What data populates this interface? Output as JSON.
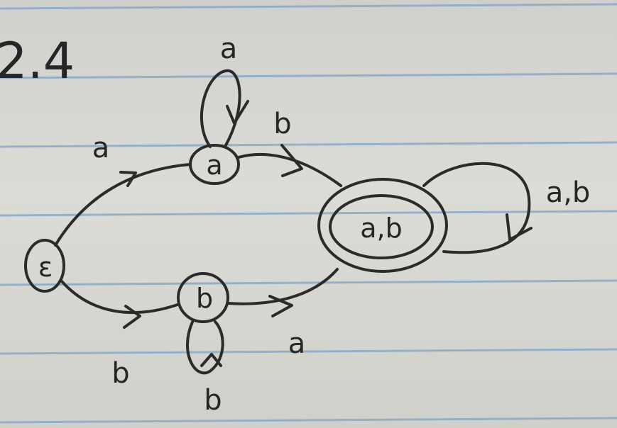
{
  "heading": "2.4",
  "states": {
    "start": "ε",
    "a": "a",
    "b": "b",
    "accept": "a,b"
  },
  "transitions": {
    "start_to_a": "a",
    "start_to_b": "b",
    "a_loop": "a",
    "a_to_accept": "b",
    "b_loop": "b",
    "b_to_accept": "a",
    "accept_loop": "a,b"
  },
  "colors": {
    "ink": "#2b2b2b",
    "paper_line": "#8aa9c8"
  }
}
